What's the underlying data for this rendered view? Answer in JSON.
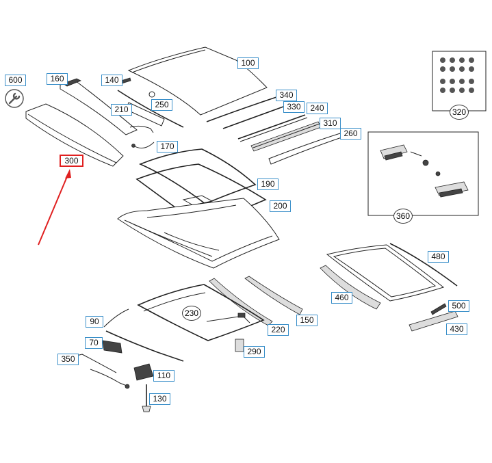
{
  "diagram": {
    "highlight_color": "#e02020",
    "callout_border_color": "#3a8fc9",
    "highlighted_part": "300",
    "icons": [
      "wrench-icon"
    ]
  },
  "labels": {
    "p100": "100",
    "p340": "340",
    "p330": "330",
    "p240": "240",
    "p310": "310",
    "p260": "260",
    "p600": "600",
    "p160": "160",
    "p140": "140",
    "p210": "210",
    "p250": "250",
    "p170": "170",
    "p300": "300",
    "p190": "190",
    "p200": "200",
    "p320": "320",
    "p360": "360",
    "p480": "480",
    "p460": "460",
    "p500": "500",
    "p430": "430",
    "p90": "90",
    "p230": "230",
    "p150": "150",
    "p220": "220",
    "p70": "70",
    "p290": "290",
    "p350": "350",
    "p110": "110",
    "p130": "130"
  }
}
